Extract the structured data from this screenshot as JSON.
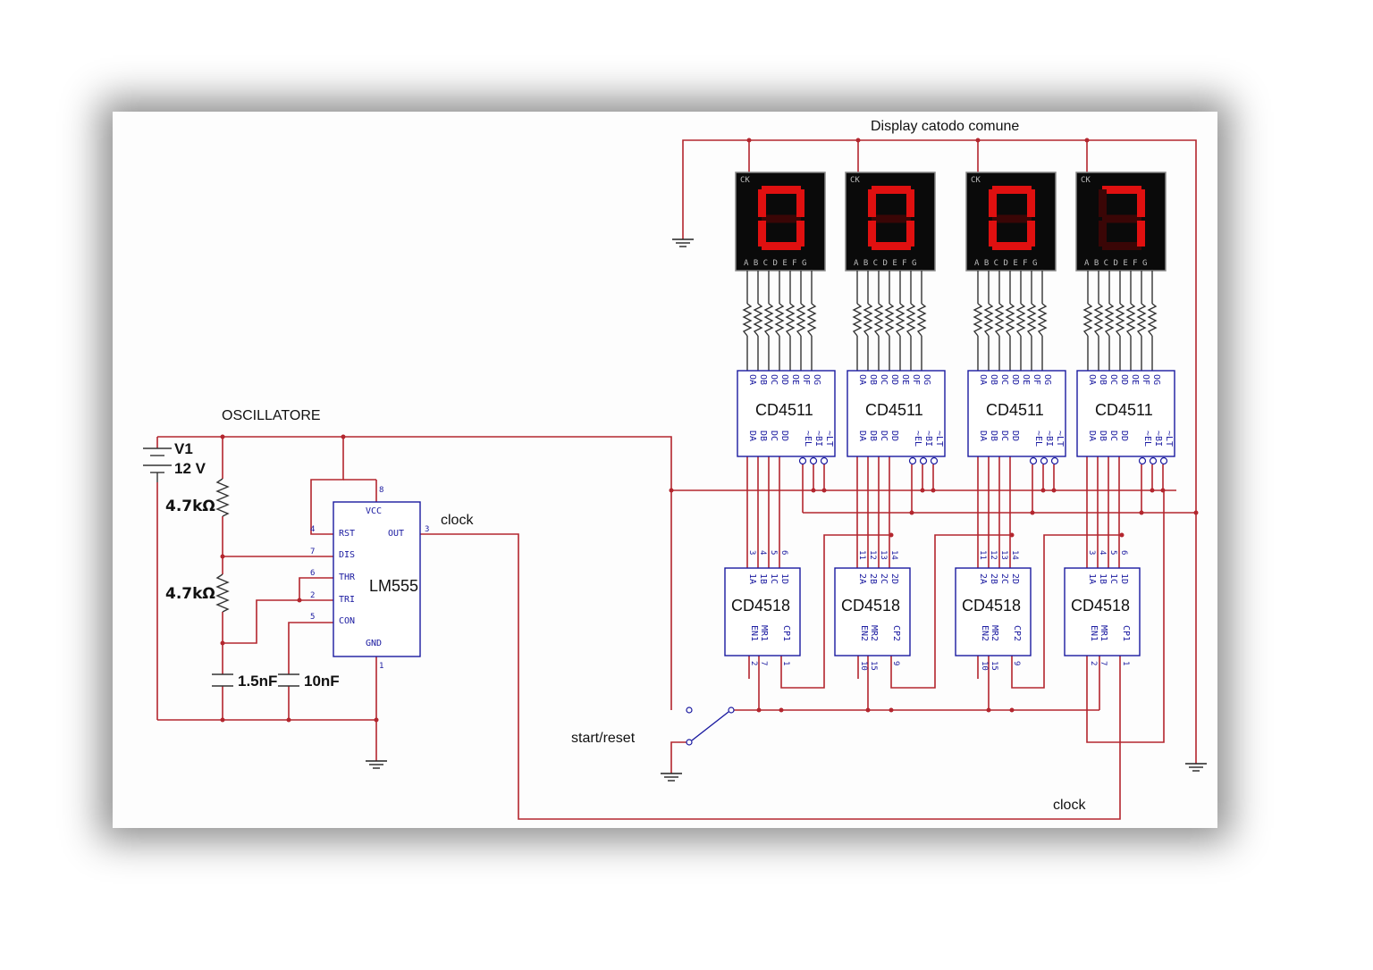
{
  "titles": {
    "display": "Display catodo comune",
    "oscillator": "OSCILLATORE"
  },
  "labels": {
    "clock_out": "clock",
    "clock_bottom": "clock",
    "start_reset": "start/reset"
  },
  "battery": {
    "name": "V1",
    "value": "12 V"
  },
  "resistors": {
    "r1": "4.7kΩ",
    "r2": "4.7kΩ"
  },
  "capacitors": {
    "c1": "1.5nF",
    "c2": "10nF"
  },
  "timer": {
    "name": "LM555",
    "pins": {
      "vcc": "VCC",
      "rst": "RST",
      "dis": "DIS",
      "thr": "THR",
      "tri": "TRI",
      "con": "CON",
      "gnd": "GND",
      "out": "OUT"
    },
    "pin_numbers": {
      "vcc": "8",
      "rst": "4",
      "dis": "7",
      "thr": "6",
      "tri": "2",
      "con": "5",
      "gnd": "1",
      "out": "3"
    }
  },
  "displays": {
    "corner_label": "CK",
    "segment_letters": "A B C D E F G",
    "digits": [
      "0",
      "0",
      "0",
      "7"
    ]
  },
  "decoders": {
    "name": "CD4511",
    "top_pins": [
      "OA",
      "OB",
      "OC",
      "OD",
      "OE",
      "OF",
      "OG"
    ],
    "bottom_pins": [
      "DA",
      "DB",
      "DC",
      "DD",
      "~EL",
      "~BI",
      "~LT"
    ]
  },
  "counters": {
    "name": "CD4518",
    "units": [
      {
        "top_pins": [
          "1A",
          "1B",
          "1C",
          "1D"
        ],
        "pin_numbers": [
          "3",
          "4",
          "5",
          "6"
        ],
        "bottom_pins": [
          "EN1",
          "MR1",
          "CP1"
        ],
        "bottom_numbers": [
          "2",
          "7",
          "1"
        ]
      },
      {
        "top_pins": [
          "2A",
          "2B",
          "2C",
          "2D"
        ],
        "pin_numbers": [
          "11",
          "12",
          "13",
          "14"
        ],
        "bottom_pins": [
          "EN2",
          "MR2",
          "CP2"
        ],
        "bottom_numbers": [
          "10",
          "15",
          "9"
        ]
      },
      {
        "top_pins": [
          "2A",
          "2B",
          "2C",
          "2D"
        ],
        "pin_numbers": [
          "11",
          "12",
          "13",
          "14"
        ],
        "bottom_pins": [
          "EN2",
          "MR2",
          "CP2"
        ],
        "bottom_numbers": [
          "10",
          "15",
          "9"
        ]
      },
      {
        "top_pins": [
          "1A",
          "1B",
          "1C",
          "1D"
        ],
        "pin_numbers": [
          "3",
          "4",
          "5",
          "6"
        ],
        "bottom_pins": [
          "EN1",
          "MR1",
          "CP1"
        ],
        "bottom_numbers": [
          "2",
          "7",
          "1"
        ]
      }
    ]
  }
}
